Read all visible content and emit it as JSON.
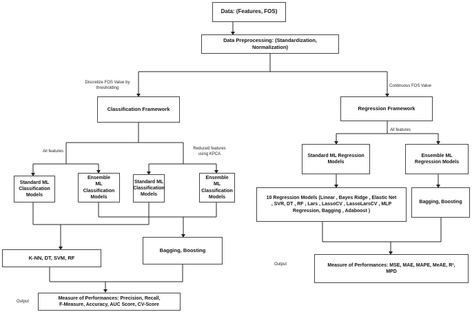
{
  "boxes": {
    "data": "Data: (Features, FOS)",
    "preprocessing": "Data Preprocessing: (Standardization,\nNormalization)",
    "classification_framework": "Classification  Framework",
    "regression_framework": "Regression Framework",
    "std_ml_class_1": "Standard ML\nClassification\nModels",
    "ens_ml_class_1": "Ensemble\nML\nClassification\nModels",
    "std_ml_class_2": "Standard ML\nClassification\nModels",
    "ens_ml_class_2": "Ensemble\nML\nClassification\nModels",
    "std_ml_regression": "Standard ML Regression\nModels",
    "ens_ml_regression": "Ensemble ML\nRegression Models",
    "knn_models": "K-NN, DT, SVM, RF",
    "bagging_boosting_class": "Bagging, Boosting",
    "regression_models_10": "10 Regression Models (Linear , Bayes Ridge , Elastic Net\n, SVR, DT , RF , Lars , LassoCV , LassoLarsCV , MLP\nRegression, Bagging , Adaboost )",
    "bagging_boosting_reg": "Bagging, Boosting",
    "perf_class": "Measure of Performances: Precision, Recall,\nF-Measure, Accuracy, AUC Score, CV-Score",
    "perf_reg": "Measure of Performances: MSE, MAE, MAPE, MeAE, R², \nMPD"
  },
  "labels": {
    "discretize": "Discretize  FOS Value by\nthresholding",
    "continuous": "Continuous FOS Value",
    "all_features_class": "All features",
    "reduced_features": "Reduced features\nusing KPCA",
    "all_features_reg": "All features",
    "output_class": "Output",
    "output_reg": "Output"
  }
}
